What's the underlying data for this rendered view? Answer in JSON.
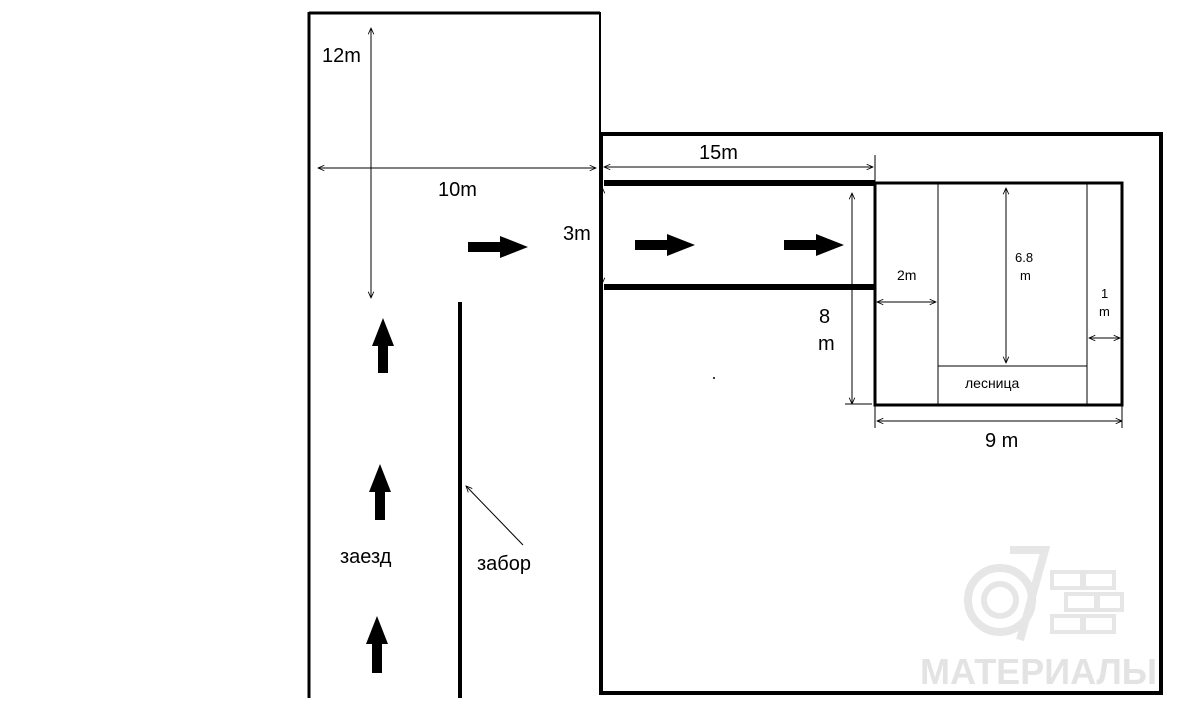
{
  "labels": {
    "dim_12m": "12m",
    "dim_10m": "10m",
    "dim_15m": "15m",
    "dim_3m": "3m",
    "dim_8m_top": "8",
    "dim_8m_bottom": "m",
    "dim_2m": "2m",
    "dim_6_8_top": "6.8",
    "dim_6_8_bottom": "m",
    "dim_1m_top": "1",
    "dim_1m_bottom": "m",
    "dim_9m": "9 m",
    "stairs": "лесница",
    "driveway": "заезд",
    "fence": "забор"
  },
  "watermark": {
    "text": "МАТЕРИАЛЫ",
    "color": "#e3e3e3"
  }
}
